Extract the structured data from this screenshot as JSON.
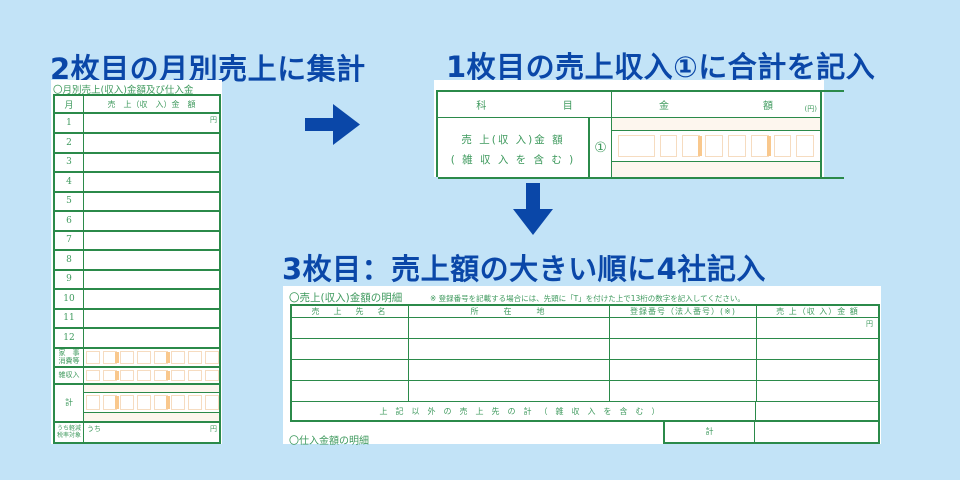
{
  "colors": {
    "background": "#c2e3f7",
    "heading": "#0a47a8",
    "form_line": "#2b8a4a",
    "form_text": "#3f9a5e",
    "cell_border": "#f6dcc0",
    "cell_marker": "#f9c88d"
  },
  "steps": [
    {
      "label": "2枚目の月別売上に集計"
    },
    {
      "label": "1枚目の売上収入①に合計を記入"
    },
    {
      "label": "3枚目：売上額の大きい順に4社記入"
    }
  ],
  "arrows": [
    {
      "icon": "arrow-right-icon",
      "from": "step-1",
      "to": "step-2"
    },
    {
      "icon": "arrow-down-icon",
      "from": "step-2",
      "to": "step-3"
    }
  ],
  "monthly_form": {
    "title": "〇月別売上(収入)金額及び仕入金",
    "header": {
      "month": "月",
      "amount": "売　上（収　入）金　額"
    },
    "yen": "円",
    "months": [
      "1",
      "2",
      "3",
      "4",
      "5",
      "6",
      "7",
      "8",
      "9",
      "10",
      "11",
      "12"
    ],
    "household_label": "家　事\n消費等",
    "misc_income_label": "雑収入",
    "total_label": "計",
    "reduced_rate_label": "うち軽減\n税率対象",
    "reduced_rate_prefix": "うち",
    "reduced_rate_yen": "円"
  },
  "income_form": {
    "col_subject": [
      "科",
      "目"
    ],
    "col_amount": [
      "金",
      "額"
    ],
    "unit": "(円)",
    "row_label_line1": "売 上(収 入)金 額",
    "row_label_line2": "( 雑 収 入 を 含 む )",
    "row_number": "①"
  },
  "customer_form": {
    "title": "〇売上(収入)金額の明細",
    "note": "※ 登録番号を記載する場合には、先頭に「T」を付けた上で13桁の数字を記入してください。",
    "headers": [
      "売　上　先　名",
      "所　　在　　地",
      "登録番号（法人番号）(※)",
      "売 上（収 入）金 額"
    ],
    "yen": "円",
    "rows": 4,
    "other_total_label": "上記以外の売上先の計（雑収入を含む）",
    "total_label": "計",
    "purchase_title": "〇仕入金額の明細"
  }
}
